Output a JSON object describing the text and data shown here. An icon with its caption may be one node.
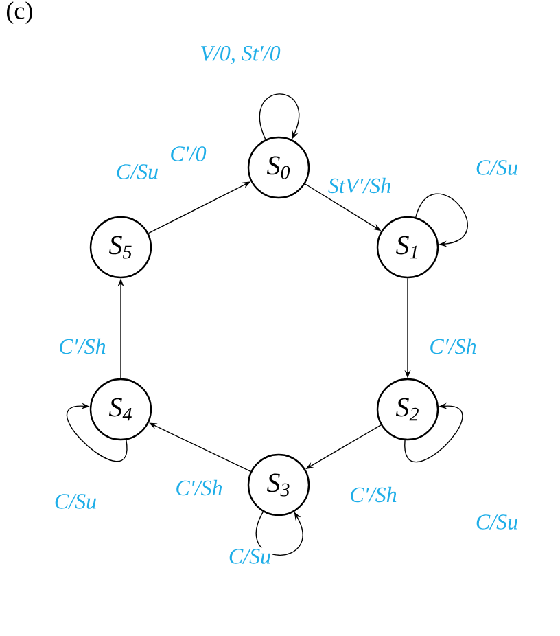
{
  "diagram": {
    "nodes": [
      {
        "text": [
          "S$_{0}$"
        ]
      },
      {
        "text": [
          "S$_{1}$"
        ]
      },
      {
        "text": [
          "S$_{2}$"
        ]
      },
      {
        "text": [
          "S$_{3}$"
        ]
      },
      {
        "text": [
          "S$_{4}$"
        ]
      },
      {
        "text": [
          "S$_{5}$"
        ]
      }
    ],
    "edges": [
      {
        "from": 0,
        "to": 0,
        "arrow": "to",
        "label": "V/0, St′/0"
      },
      {
        "from": 0,
        "to": 1,
        "arrow": "to",
        "label": "StV′/Sh"
      },
      {
        "from": 1,
        "to": 1,
        "arrow": "to",
        "label": "C/Su"
      },
      {
        "from": 1,
        "to": 2,
        "arrow": "to",
        "label": "C′/Sh"
      },
      {
        "from": 2,
        "to": 2,
        "arrow": "to",
        "label": "C/Su"
      },
      {
        "from": 2,
        "to": 3,
        "arrow": "to",
        "label": "C′/Sh"
      },
      {
        "from": 3,
        "to": 3,
        "arrow": "to",
        "label": "C/Su"
      },
      {
        "from": 3,
        "to": 4,
        "arrow": "to",
        "label": "C′/Sh"
      },
      {
        "from": 4,
        "to": 4,
        "arrow": "to",
        "label": "C/Su"
      },
      {
        "from": 4,
        "to": 5,
        "arrow": "to",
        "label": "C′/Sh"
      },
      {
        "from": 5,
        "to": 0,
        "arrow": "to",
        "label": "C′/0"
      }
    ],
    "labels": [
      "(c)",
      "C/Su"
    ]
  }
}
